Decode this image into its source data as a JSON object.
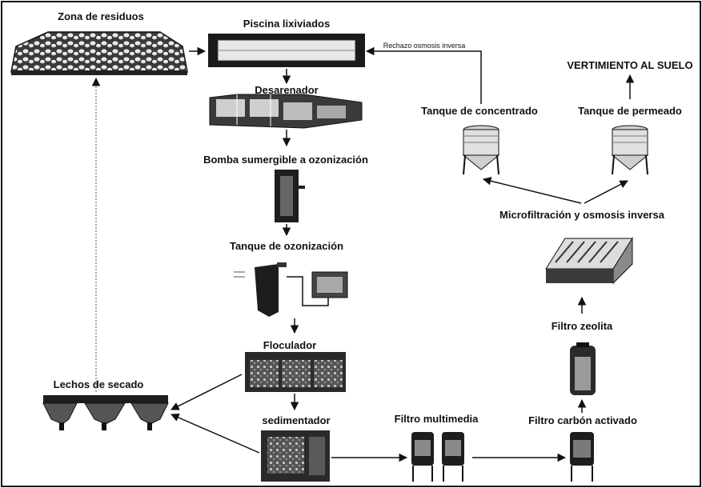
{
  "labels": {
    "zona_residuos": "Zona de residuos",
    "piscina": "Piscina lixiviados",
    "rechazo": "Rechazo osmosis inversa",
    "vertimiento": "VERTIMIENTO AL SUELO",
    "desarenador": "Desarenador",
    "tanque_concentrado": "Tanque de concentrado",
    "tanque_permeado": "Tanque de permeado",
    "bomba": "Bomba sumergible a ozonización",
    "microfiltracion": "Microfiltración y osmosis inversa",
    "tanque_ozonizacion": "Tanque de ozonización",
    "filtro_zeolita": "Filtro zeolita",
    "floculador": "Floculador",
    "lechos": "Lechos de secado",
    "sedimentador": "sedimentador",
    "filtro_multimedia": "Filtro multimedia",
    "filtro_carbon": "Filtro carbón activado"
  },
  "colors": {
    "ink": "#111111",
    "gray": "#8a8a8a",
    "dark": "#2a2a2a",
    "light": "#d8d8d8",
    "background": "#ffffff"
  }
}
